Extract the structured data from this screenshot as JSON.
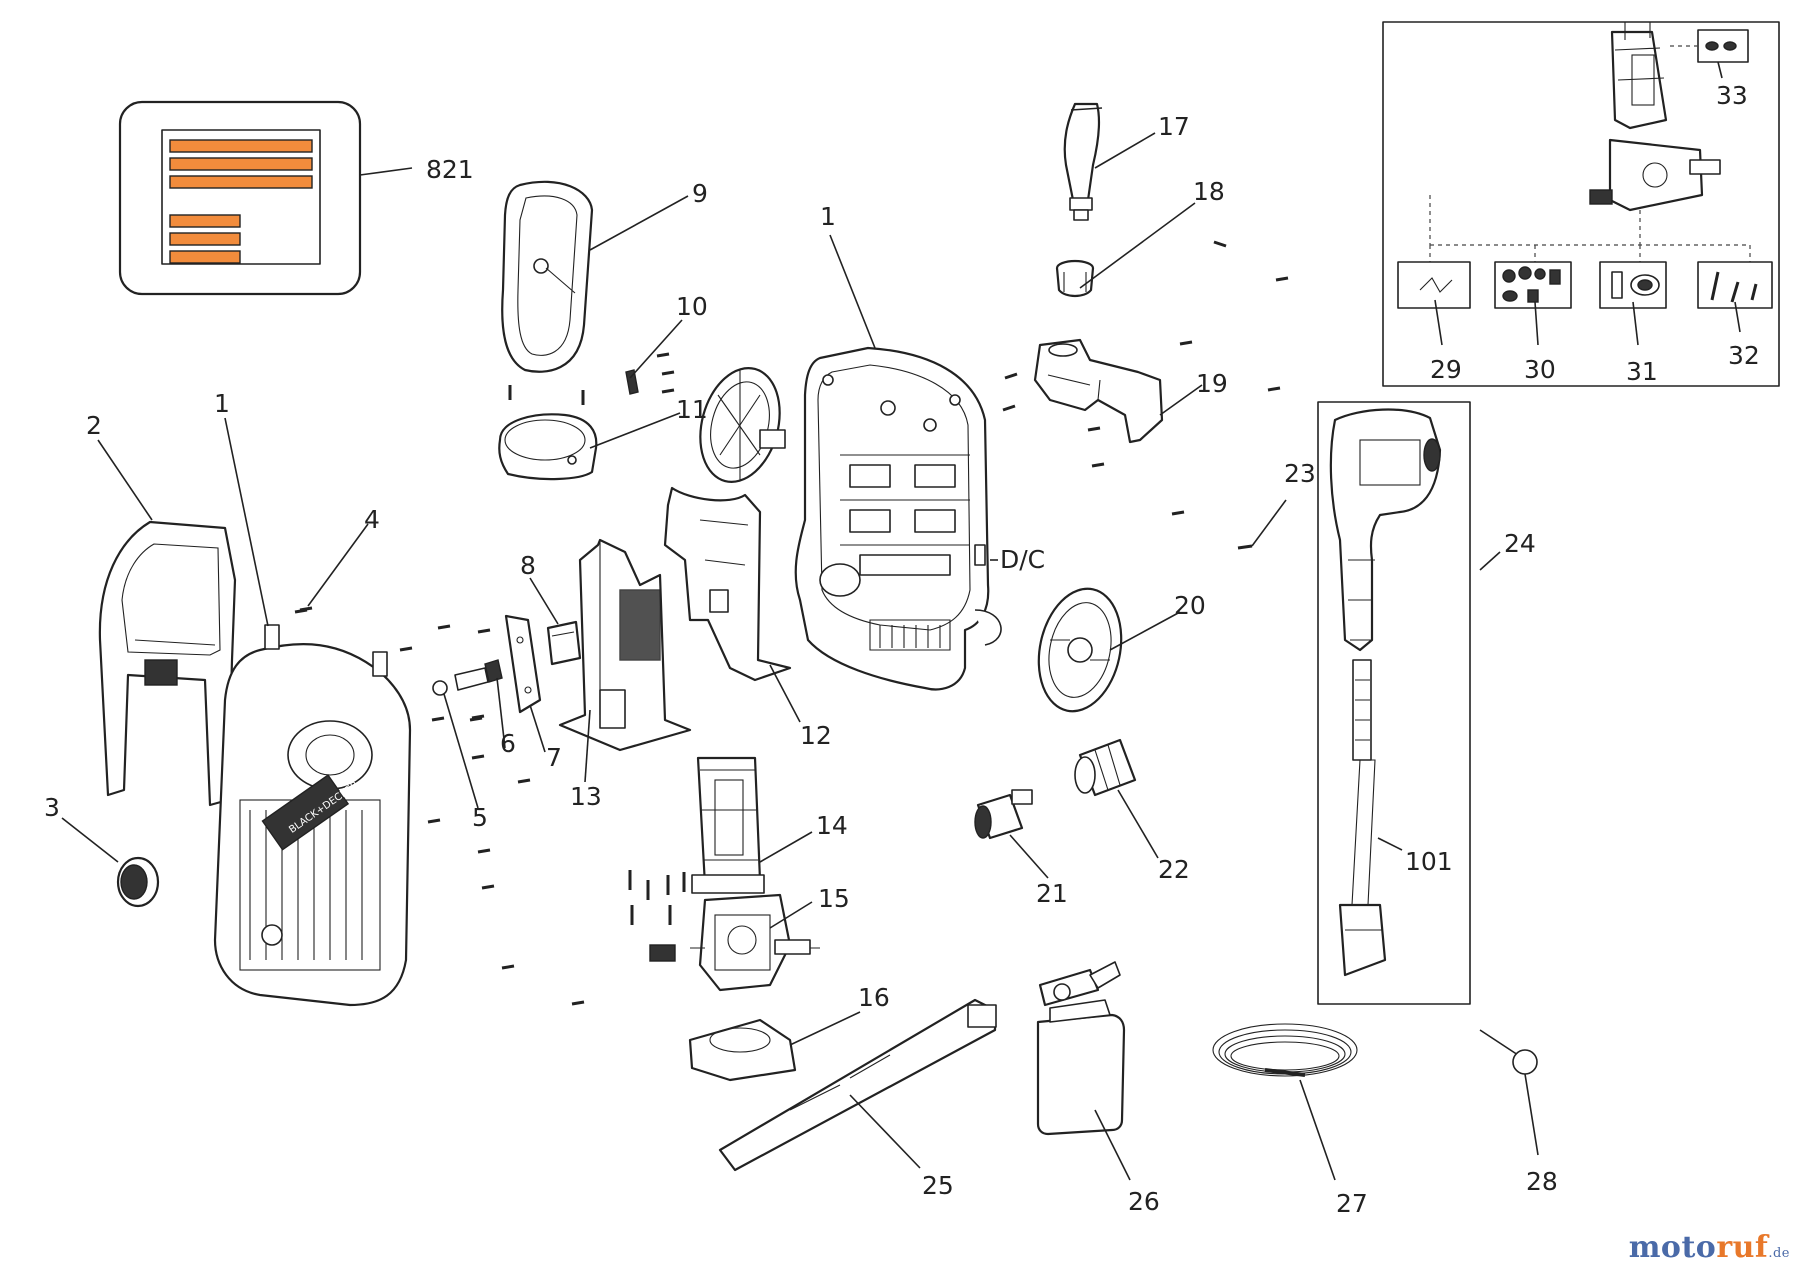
{
  "diagram": {
    "callouts": [
      {
        "id": "c821",
        "text": "821"
      },
      {
        "id": "c9",
        "text": "9"
      },
      {
        "id": "c17",
        "text": "17"
      },
      {
        "id": "c18",
        "text": "18"
      },
      {
        "id": "c1a",
        "text": "1"
      },
      {
        "id": "c10",
        "text": "10"
      },
      {
        "id": "c11",
        "text": "11"
      },
      {
        "id": "c19",
        "text": "19"
      },
      {
        "id": "c2",
        "text": "2"
      },
      {
        "id": "c1b",
        "text": "1"
      },
      {
        "id": "c4",
        "text": "4"
      },
      {
        "id": "c8",
        "text": "8"
      },
      {
        "id": "c23",
        "text": "23"
      },
      {
        "id": "c24",
        "text": "24"
      },
      {
        "id": "cDC",
        "text": "D/C"
      },
      {
        "id": "c20",
        "text": "20"
      },
      {
        "id": "c12",
        "text": "12"
      },
      {
        "id": "c13",
        "text": "13"
      },
      {
        "id": "c6",
        "text": "6"
      },
      {
        "id": "c7",
        "text": "7"
      },
      {
        "id": "c5",
        "text": "5"
      },
      {
        "id": "c3",
        "text": "3"
      },
      {
        "id": "c14",
        "text": "14"
      },
      {
        "id": "c15",
        "text": "15"
      },
      {
        "id": "c22",
        "text": "22"
      },
      {
        "id": "c21",
        "text": "21"
      },
      {
        "id": "c101",
        "text": "101"
      },
      {
        "id": "c16",
        "text": "16"
      },
      {
        "id": "c25",
        "text": "25"
      },
      {
        "id": "c26",
        "text": "26"
      },
      {
        "id": "c27",
        "text": "27"
      },
      {
        "id": "c28",
        "text": "28"
      },
      {
        "id": "c33",
        "text": "33"
      },
      {
        "id": "c29",
        "text": "29"
      },
      {
        "id": "c30",
        "text": "30"
      },
      {
        "id": "c31",
        "text": "31"
      },
      {
        "id": "c32",
        "text": "32"
      }
    ],
    "label_panel_color": "#f28c3c",
    "brand_badge": "BLACK+DECKER"
  },
  "watermark": {
    "part1": "moto",
    "part2": "ruf",
    "suffix": ".de"
  }
}
